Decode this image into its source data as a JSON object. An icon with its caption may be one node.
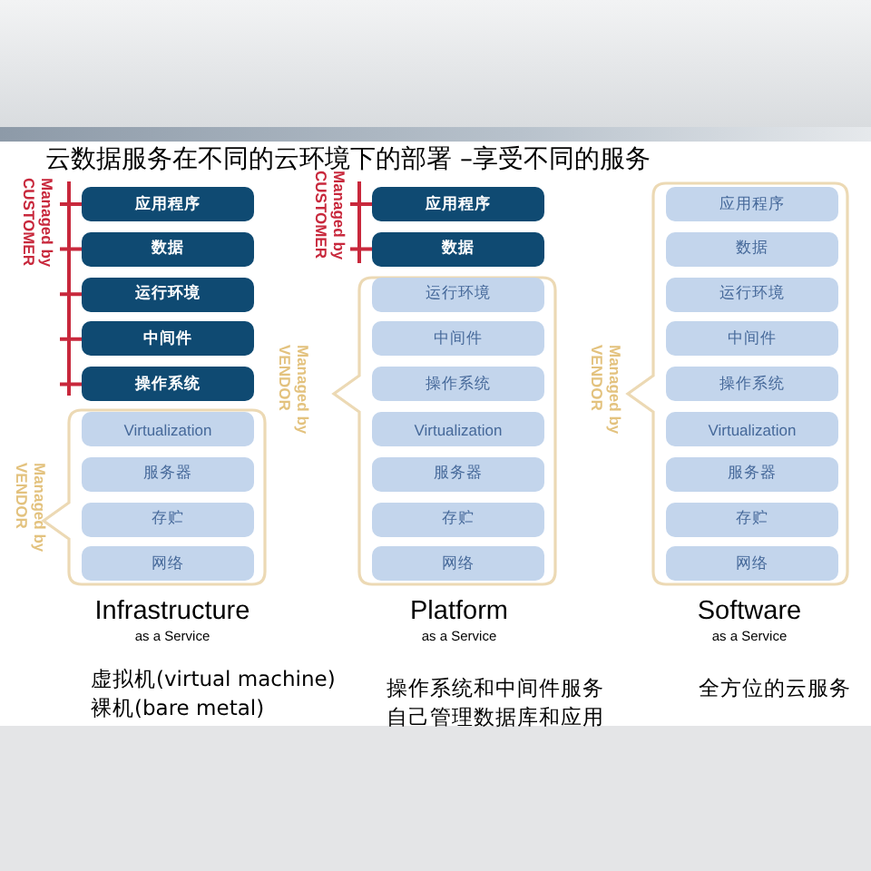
{
  "diagram": {
    "title": "云数据服务在不同的云环境下的部署 –享受不同的服务",
    "nodes": [
      {
        "text": [
          "应用程序"
        ]
      },
      {
        "text": [
          "数据"
        ]
      },
      {
        "text": [
          "运行环境"
        ]
      },
      {
        "text": [
          "中间件"
        ]
      },
      {
        "text": [
          "操作系统"
        ]
      },
      {
        "text": [
          "Managed by VENDOR"
        ]
      },
      {
        "text": [
          "Virtualization"
        ],
        "in": 5
      },
      {
        "text": [
          "服务器"
        ],
        "in": 5
      },
      {
        "text": [
          "存贮"
        ],
        "in": 5
      },
      {
        "text": [
          "网络"
        ],
        "in": 5
      },
      {
        "text": [
          "应用程序"
        ]
      },
      {
        "text": [
          "数据"
        ]
      },
      {
        "text": [
          "Managed by VENDOR"
        ]
      },
      {
        "text": [
          "运行环境"
        ],
        "in": 12
      },
      {
        "text": [
          "中间件"
        ],
        "in": 12
      },
      {
        "text": [
          "操作系统"
        ],
        "in": 12
      },
      {
        "text": [
          "Virtualization"
        ],
        "in": 12
      },
      {
        "text": [
          "服务器"
        ],
        "in": 12
      },
      {
        "text": [
          "存贮"
        ],
        "in": 12
      },
      {
        "text": [
          "网络"
        ],
        "in": 12
      },
      {
        "text": [
          "Managed by VENDOR"
        ]
      },
      {
        "text": [
          "应用程序"
        ],
        "in": 20
      },
      {
        "text": [
          "数据"
        ],
        "in": 20
      },
      {
        "text": [
          "运行环境"
        ],
        "in": 20
      },
      {
        "text": [
          "中间件"
        ],
        "in": 20
      },
      {
        "text": [
          "操作系统"
        ],
        "in": 20
      },
      {
        "text": [
          "Virtualization"
        ],
        "in": 20
      },
      {
        "text": [
          "服务器"
        ],
        "in": 20
      },
      {
        "text": [
          "存贮"
        ],
        "in": 20
      },
      {
        "text": [
          "网络"
        ],
        "in": 20
      }
    ],
    "labels": [
      "Managed by CUSTOMER",
      "Managed by CUSTOMER",
      "Infrastructure",
      "as a Service",
      "Platform",
      "as a Service",
      "Software",
      "as a Service",
      "虚拟机(virtual machine)",
      "裸机(bare metal)",
      "操作系统和中间件服务",
      "自己管理数据库和应用",
      "全方位的云服务"
    ]
  }
}
